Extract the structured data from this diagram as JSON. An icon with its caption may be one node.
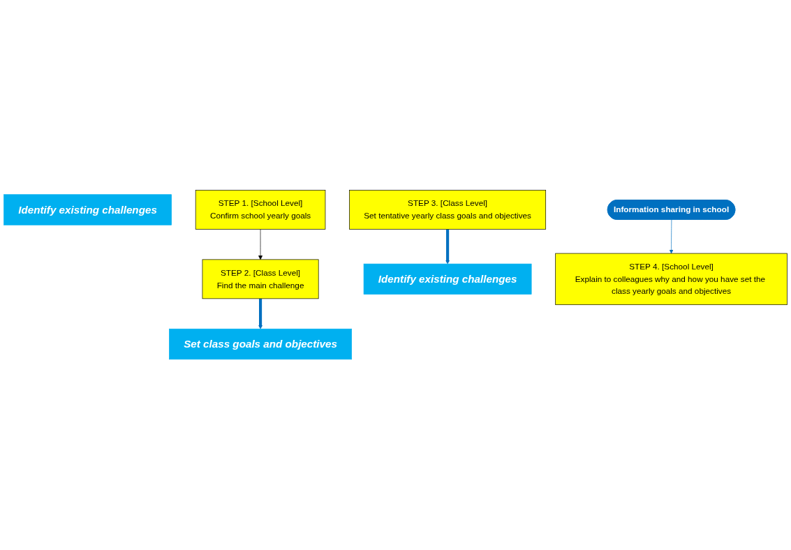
{
  "diagram": {
    "nodes": [
      {
        "text": [
          "Identify existing challenges"
        ]
      },
      {
        "text": [
          "STEP 1. [School Level]",
          "Confirm school yearly goals"
        ]
      },
      {
        "text": [
          "STEP 2. [Class Level]",
          "Find the main challenge"
        ]
      },
      {
        "text": [
          "Set class goals and objectives"
        ]
      },
      {
        "text": [
          "STEP 3. [Class Level]",
          "Set tentative yearly class goals and objectives"
        ]
      },
      {
        "text": [
          "Identify existing challenges"
        ]
      },
      {
        "text": [
          "STEP 4. [School Level]",
          "Explain to colleagues why and how you have set the class yearly goals and objectives"
        ]
      },
      {
        "text": [
          "Information sharing in school"
        ]
      }
    ],
    "edges": [
      {
        "from": 1,
        "to": 2,
        "arrow": "to",
        "color": "#000000"
      },
      {
        "from": 2,
        "to": 3,
        "arrow": "to",
        "style": "thick",
        "color": "#0070c0"
      },
      {
        "from": 4,
        "to": 5,
        "arrow": "to",
        "style": "thick",
        "color": "#0070c0"
      },
      {
        "from": 7,
        "to": 6,
        "arrow": "to",
        "color": "#0070c0"
      }
    ]
  }
}
